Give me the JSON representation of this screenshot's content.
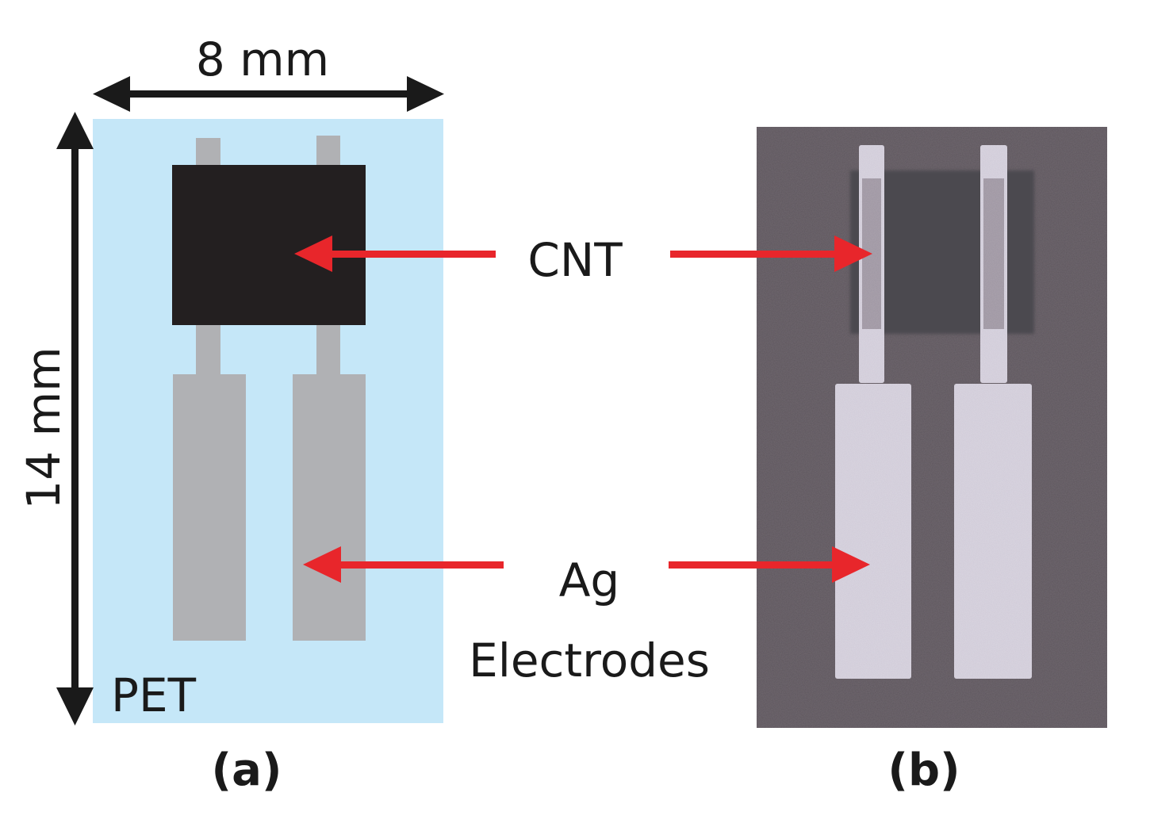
{
  "panel_a": {
    "width_label": "8 mm",
    "height_label": "14 mm",
    "substrate_label": "PET",
    "caption": "(a)",
    "colors": {
      "substrate": "#c5e7f8",
      "cnt_film": "#231f20",
      "electrode": "#b0b1b4",
      "dimension_arrow": "#1a1a1a"
    }
  },
  "panel_b": {
    "caption": "(b)",
    "photo_description_colors": {
      "background": "#6e666e",
      "cnt_film": "#545058",
      "electrode": "#dcd8e2"
    }
  },
  "annotations": {
    "cnt_label": "CNT",
    "electrode_label_line1": "Ag",
    "electrode_label_line2": "Electrodes",
    "arrow_color": "#e8262b"
  }
}
